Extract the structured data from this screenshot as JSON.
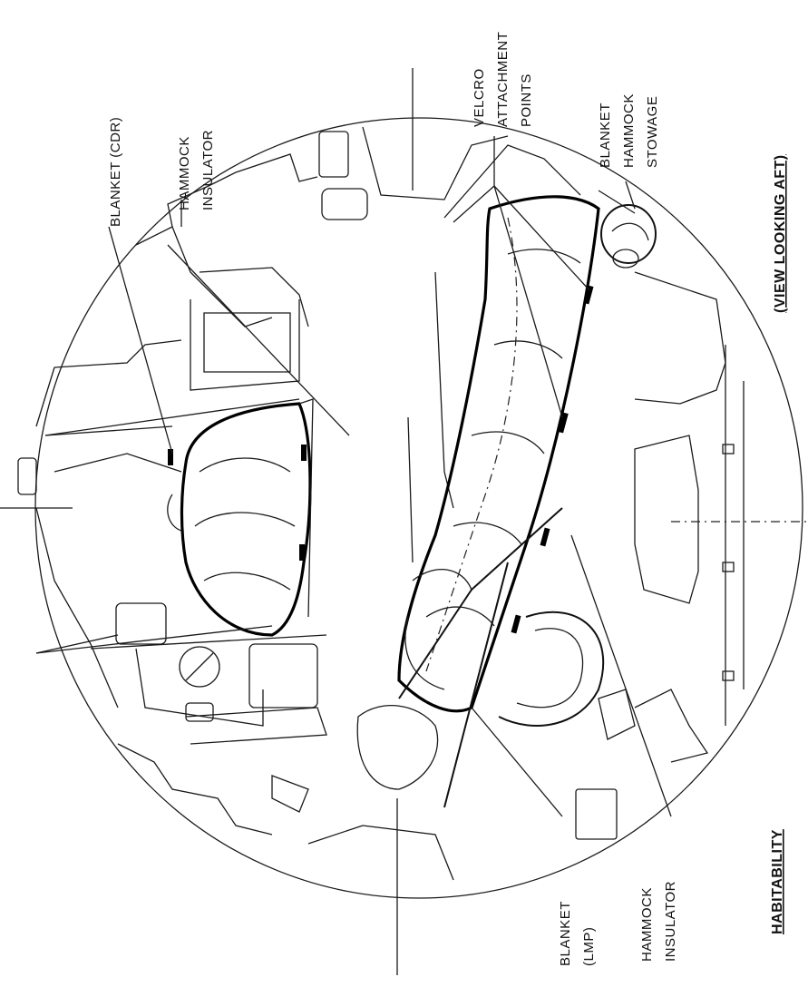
{
  "labels": {
    "blanket_cdr": "BLANKET (CDR)",
    "hammock_insulator_top": [
      "HAMMOCK",
      "INSULATOR"
    ],
    "velcro": [
      "VELCRO",
      "ATTACHMENT",
      "POINTS"
    ],
    "blanket_hammock_stowage": [
      "BLANKET",
      "HAMMOCK",
      "STOWAGE"
    ],
    "view": "(VIEW LOOKING AFT)",
    "habitability": "HABITABILITY",
    "blanket_lmp": [
      "BLANKET",
      "(LMP)"
    ],
    "hammock_insulator_bottom": [
      "HAMMOCK",
      "INSULATOR"
    ]
  }
}
